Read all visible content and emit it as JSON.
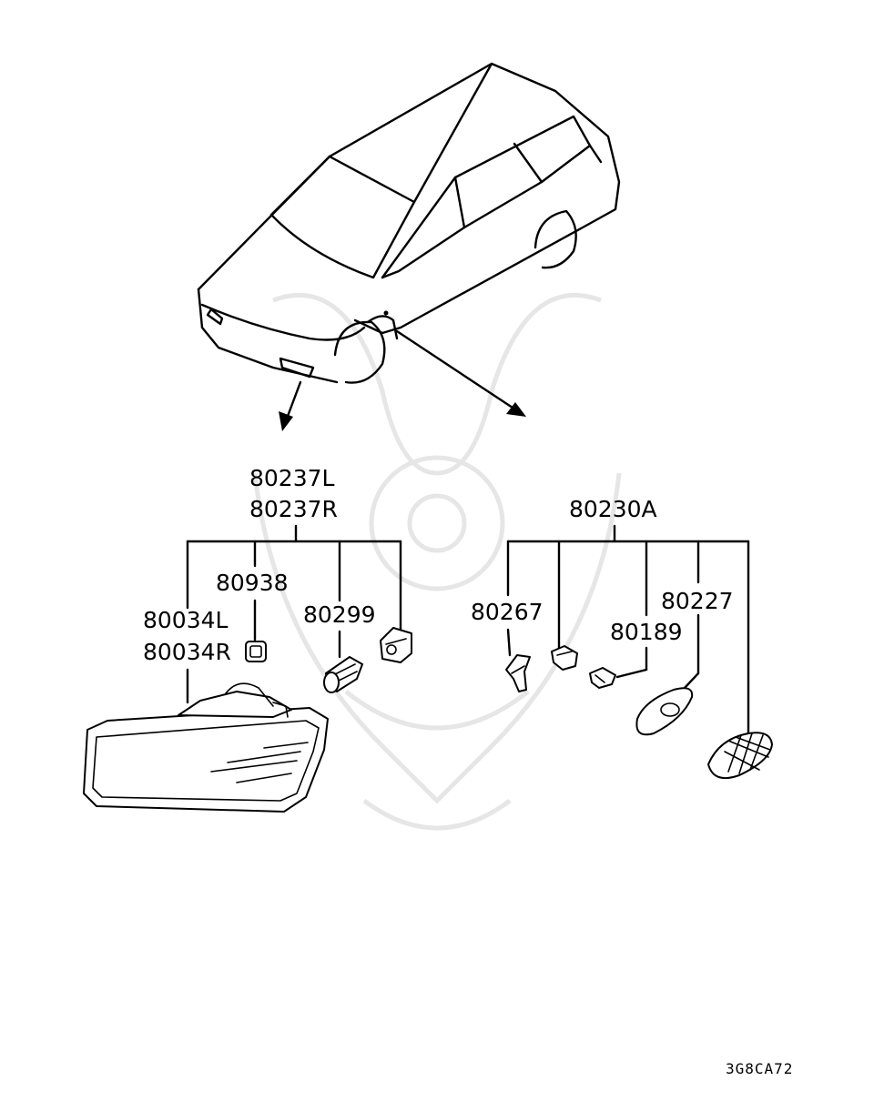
{
  "diagram": {
    "labels": {
      "front_assembly_left": "80237L",
      "front_assembly_right": "80237R",
      "side_assembly": "80230A",
      "bulb_socket_front": "80938",
      "lens_left": "80034L",
      "lens_right": "80034R",
      "socket_front": "80299",
      "socket_side": "80267",
      "bulb_side": "80189",
      "gasket_side": "80227"
    },
    "diagram_code": "3G8CA72"
  }
}
